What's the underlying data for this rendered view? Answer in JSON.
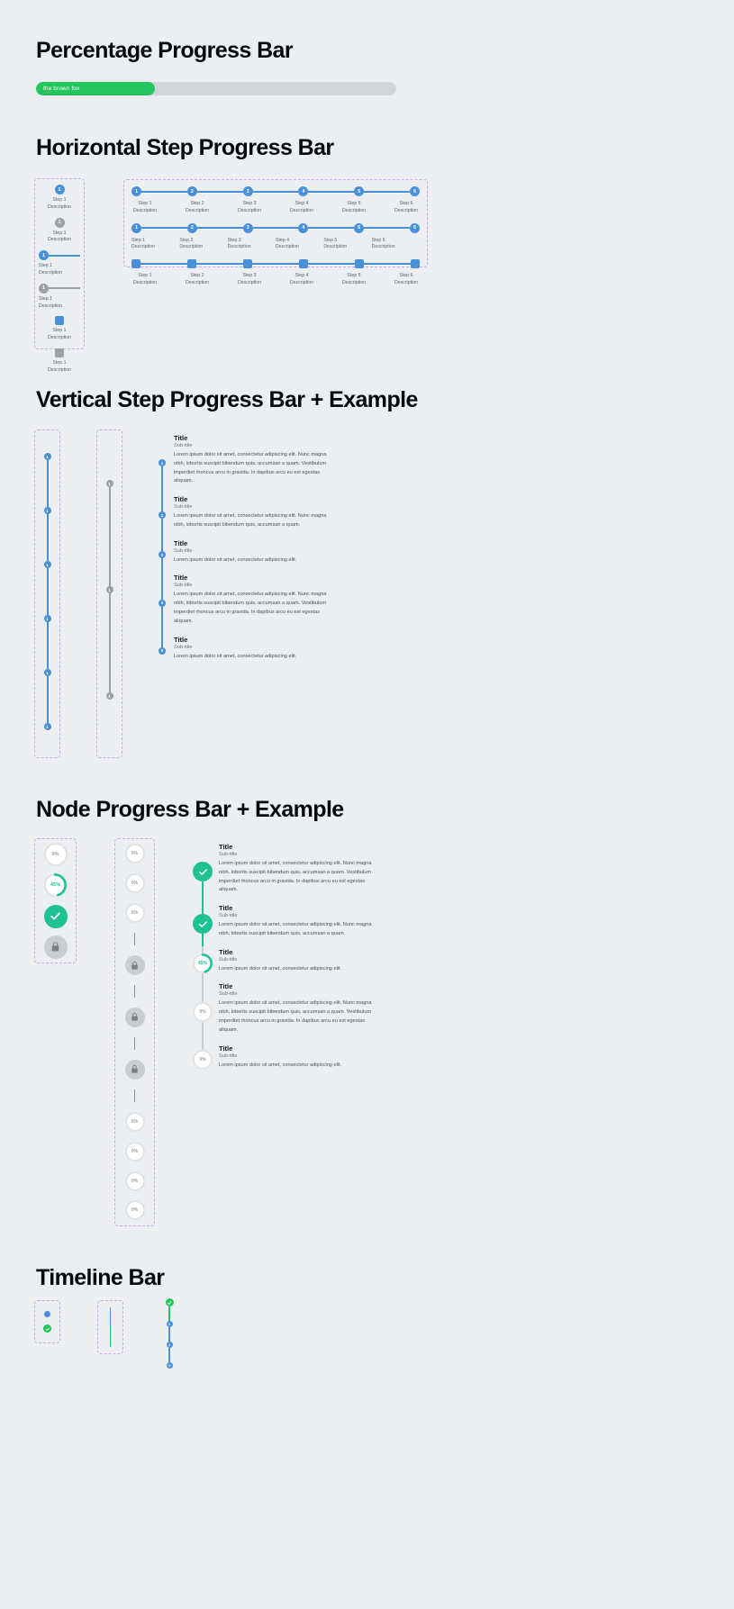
{
  "sections": {
    "percentage": {
      "title": "Percentage Progress Bar"
    },
    "horizontal": {
      "title": "Horizontal Step Progress Bar"
    },
    "vertical": {
      "title": "Vertical Step Progress Bar + Example"
    },
    "node": {
      "title": "Node Progress Bar + Example"
    },
    "timeline": {
      "title": "Timeline Bar"
    }
  },
  "percentage_bar": {
    "label": "the brown fox",
    "percent": 33,
    "fill_color": "#22c55e",
    "track_color": "#d2d5d9"
  },
  "horizontal_variants": [
    {
      "marker": "circle",
      "state": "active",
      "number": "1",
      "label": "Step 1",
      "description": "Description",
      "has_line": false
    },
    {
      "marker": "circle",
      "state": "inactive",
      "number": "1",
      "label": "Step 1",
      "description": "Description",
      "has_line": false
    },
    {
      "marker": "circle",
      "state": "active",
      "number": "1",
      "label": "Step 1",
      "description": "Description",
      "has_line": true
    },
    {
      "marker": "circle",
      "state": "inactive",
      "number": "1",
      "label": "Step 1",
      "description": "Description",
      "has_line": true
    },
    {
      "marker": "square",
      "state": "active",
      "number": "",
      "label": "Step 1",
      "description": "Description",
      "has_line": false
    },
    {
      "marker": "square",
      "state": "inactive",
      "number": "",
      "label": "Step 1",
      "description": "Description",
      "has_line": false
    }
  ],
  "horizontal_rows": [
    {
      "align": "center",
      "marker": "circle",
      "steps": [
        {
          "number": "1",
          "label": "Step 1",
          "description": "Description"
        },
        {
          "number": "2",
          "label": "Step 2",
          "description": "Description"
        },
        {
          "number": "3",
          "label": "Step 3",
          "description": "Description"
        },
        {
          "number": "4",
          "label": "Step 4",
          "description": "Description"
        },
        {
          "number": "5",
          "label": "Step 5",
          "description": "Description"
        },
        {
          "number": "6",
          "label": "Step 6",
          "description": "Description"
        }
      ]
    },
    {
      "align": "left",
      "marker": "circle",
      "steps": [
        {
          "number": "1",
          "label": "Step 1",
          "description": "Description"
        },
        {
          "number": "2",
          "label": "Step 2",
          "description": "Description"
        },
        {
          "number": "3",
          "label": "Step 3",
          "description": "Description"
        },
        {
          "number": "4",
          "label": "Step 4",
          "description": "Description"
        },
        {
          "number": "5",
          "label": "Step 5",
          "description": "Description"
        },
        {
          "number": "6",
          "label": "Step 6",
          "description": "Description"
        }
      ]
    },
    {
      "align": "center",
      "marker": "square",
      "steps": [
        {
          "number": "",
          "label": "Step 1",
          "description": "Description"
        },
        {
          "number": "",
          "label": "Step 2",
          "description": "Description"
        },
        {
          "number": "",
          "label": "Step 3",
          "description": "Description"
        },
        {
          "number": "",
          "label": "Step 4",
          "description": "Description"
        },
        {
          "number": "",
          "label": "Step 5",
          "description": "Description"
        },
        {
          "number": "",
          "label": "Step 6",
          "description": "Description"
        }
      ]
    }
  ],
  "vertical_blue": {
    "state": "active",
    "nodes": [
      {
        "number": "1"
      },
      {
        "number": "1"
      },
      {
        "number": "1"
      },
      {
        "number": "1"
      },
      {
        "number": "1"
      },
      {
        "number": "1"
      }
    ]
  },
  "vertical_grey": {
    "state": "inactive",
    "nodes": [
      {
        "number": "1"
      },
      {
        "number": "1"
      },
      {
        "number": "1"
      }
    ]
  },
  "vertical_example": [
    {
      "number": "1",
      "title": "Title",
      "subtitle": "Sub-title",
      "body": "Lorem ipsum dolor sit amet, consectetur adipiscing elit. Nunc magna nibh, lobortis suscipit bibendum quis, accumsan a quam. Vestibulum imperdiet rhoncus arcu in gravida. In dapibus arcu eu est egestas aliquam."
    },
    {
      "number": "2",
      "title": "Title",
      "subtitle": "Sub-title",
      "body": "Lorem ipsum dolor sit amet, consectetur adipiscing elit. Nunc magna nibh, lobortis suscipit bibendum quis, accumsan a quam."
    },
    {
      "number": "3",
      "title": "Title",
      "subtitle": "Sub-title",
      "body": "Lorem ipsum dolor sit amet, consectetur adipiscing elit."
    },
    {
      "number": "4",
      "title": "Title",
      "subtitle": "Sub-title",
      "body": "Lorem ipsum dolor sit amet, consectetur adipiscing elit. Nunc magna nibh, lobortis suscipit bibendum quis, accumsan a quam. Vestibulum imperdiet rhoncus arcu in gravida. In dapibus arcu eu est egestas aliquam."
    },
    {
      "number": "5",
      "title": "Title",
      "subtitle": "Sub-title",
      "body": "Lorem ipsum dolor sit amet, consectetur adipiscing elit."
    }
  ],
  "node_states": [
    {
      "state": "empty",
      "value": "0%",
      "percent": 0
    },
    {
      "state": "partial",
      "value": "45%",
      "percent": 45
    },
    {
      "state": "done",
      "value": "",
      "percent": 100
    },
    {
      "state": "locked",
      "value": "",
      "percent": 0
    }
  ],
  "node_column": [
    {
      "state": "empty",
      "value": "0%"
    },
    {
      "state": "empty",
      "value": "0%"
    },
    {
      "state": "empty",
      "value": "0%"
    },
    {
      "state": "locked",
      "value": ""
    },
    {
      "state": "locked",
      "value": ""
    },
    {
      "state": "locked",
      "value": ""
    },
    {
      "state": "empty",
      "value": "0%"
    },
    {
      "state": "empty",
      "value": "0%"
    },
    {
      "state": "empty",
      "value": "0%"
    },
    {
      "state": "empty",
      "value": "0%"
    }
  ],
  "node_example": [
    {
      "state": "done",
      "value": "",
      "title": "Title",
      "subtitle": "Sub-title",
      "body": "Lorem ipsum dolor sit amet, consectetur adipiscing elit. Nunc magna nibh, lobortis suscipit bibendum quis, accumsan a quam. Vestibulum imperdiet rhoncus arcu in gravida. In dapibus arcu eu est egestas aliquam."
    },
    {
      "state": "done",
      "value": "",
      "title": "Title",
      "subtitle": "Sub-title",
      "body": "Lorem ipsum dolor sit amet, consectetur adipiscing elit. Nunc magna nibh, lobortis suscipit bibendum quis, accumsan a quam."
    },
    {
      "state": "partial",
      "value": "45%",
      "title": "Title",
      "subtitle": "Sub-title",
      "body": "Lorem ipsum dolor sit amet, consectetur adipiscing elit."
    },
    {
      "state": "empty",
      "value": "0%",
      "title": "Title",
      "subtitle": "Sub-title",
      "body": "Lorem ipsum dolor sit amet, consectetur adipiscing elit. Nunc magna nibh, lobortis suscipit bibendum quis, accumsan a quam. Vestibulum imperdiet rhoncus arcu in gravida. In dapibus arcu eu est egestas aliquam."
    },
    {
      "state": "empty",
      "value": "0%",
      "title": "Title",
      "subtitle": "Sub-title",
      "body": "Lorem ipsum dolor sit amet, consectetur adipiscing elit."
    }
  ],
  "timeline": {
    "group_a": [
      {
        "state": "blue"
      },
      {
        "state": "green-check"
      }
    ],
    "group_b": [
      {
        "state": "blue-line"
      },
      {
        "state": "green-line"
      }
    ],
    "group_c": [
      {
        "state": "green-check",
        "number": ""
      },
      {
        "state": "blue",
        "number": "1"
      },
      {
        "state": "blue",
        "number": "2"
      },
      {
        "state": "blue",
        "number": "3"
      }
    ]
  },
  "colors": {
    "background": "#eceff1",
    "blue": "#4a90d9",
    "grey": "#9aa0a6",
    "green": "#22c55e",
    "teal": "#1fc295",
    "dashed_guide": "#c9a7e8"
  }
}
